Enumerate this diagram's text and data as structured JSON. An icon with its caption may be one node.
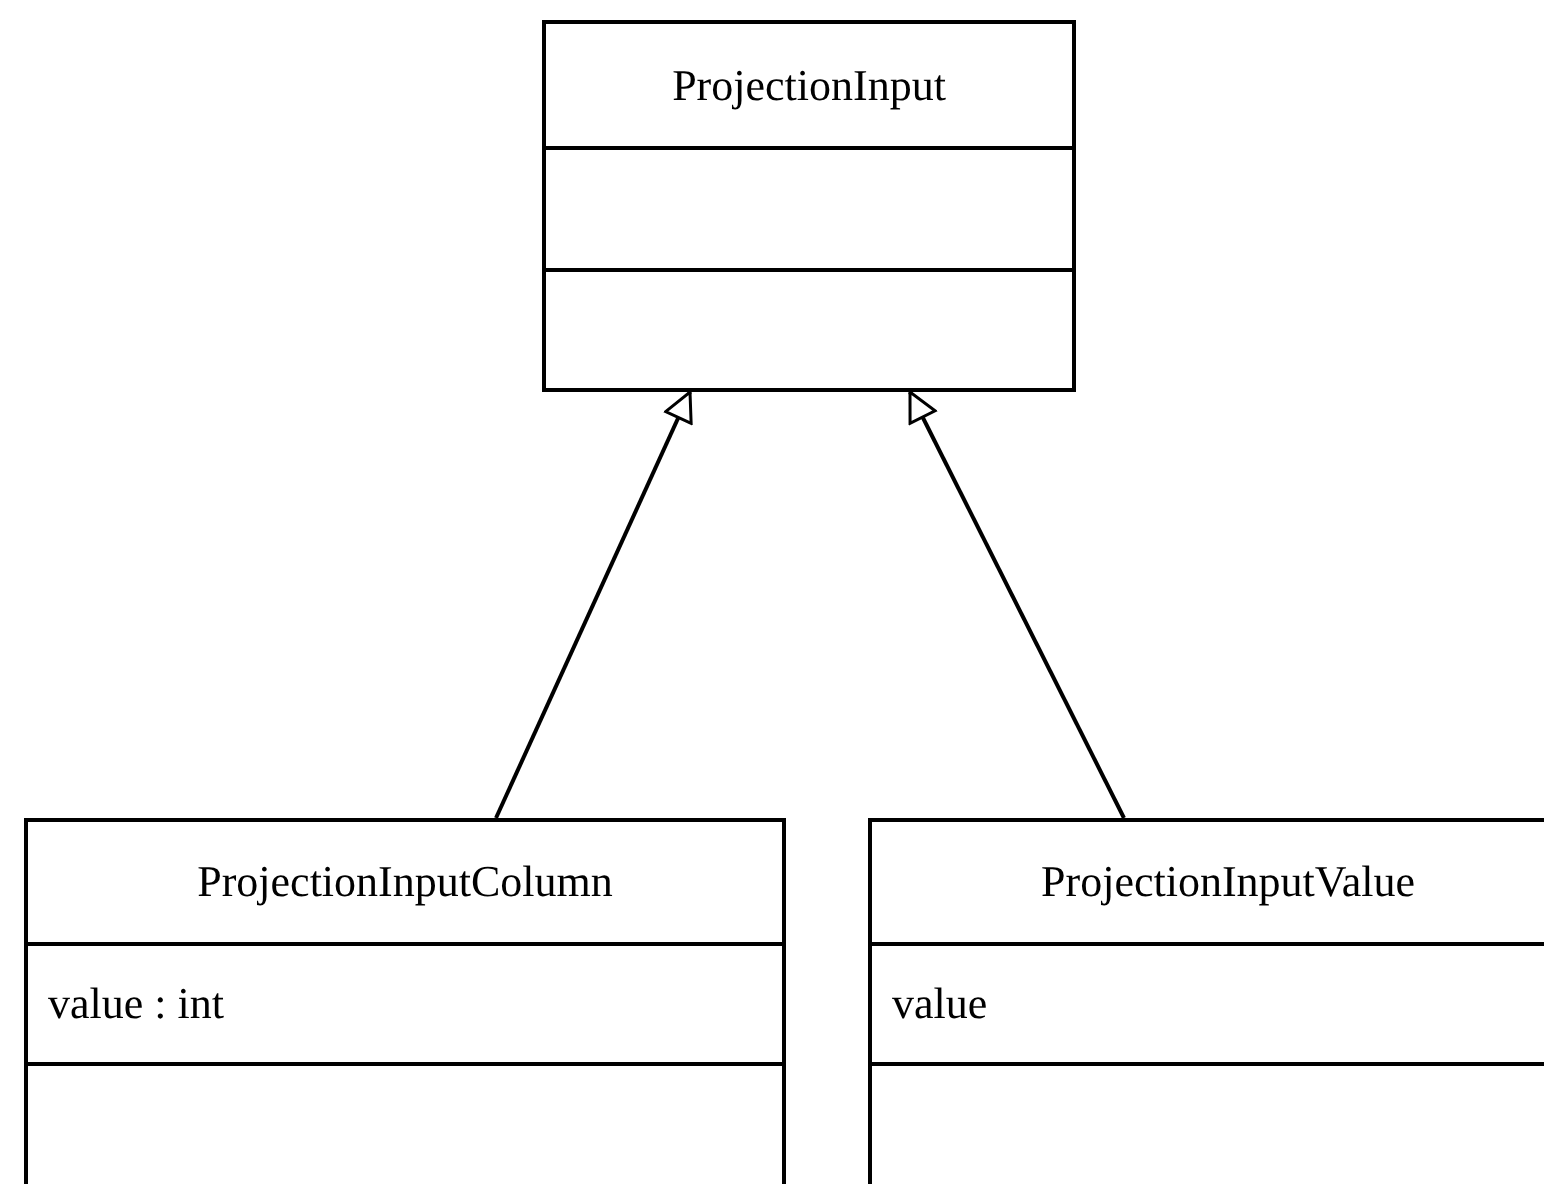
{
  "diagram": {
    "nodes": [
      {
        "text": [
          "ProjectionInput"
        ]
      },
      {
        "text": [
          "ProjectionInputColumn",
          "value : int"
        ]
      },
      {
        "text": [
          "ProjectionInputValue",
          "value"
        ]
      }
    ],
    "edges": [
      {
        "from": 1,
        "to": 0,
        "arrow": "to"
      },
      {
        "from": 2,
        "to": 0,
        "arrow": "to"
      }
    ]
  }
}
